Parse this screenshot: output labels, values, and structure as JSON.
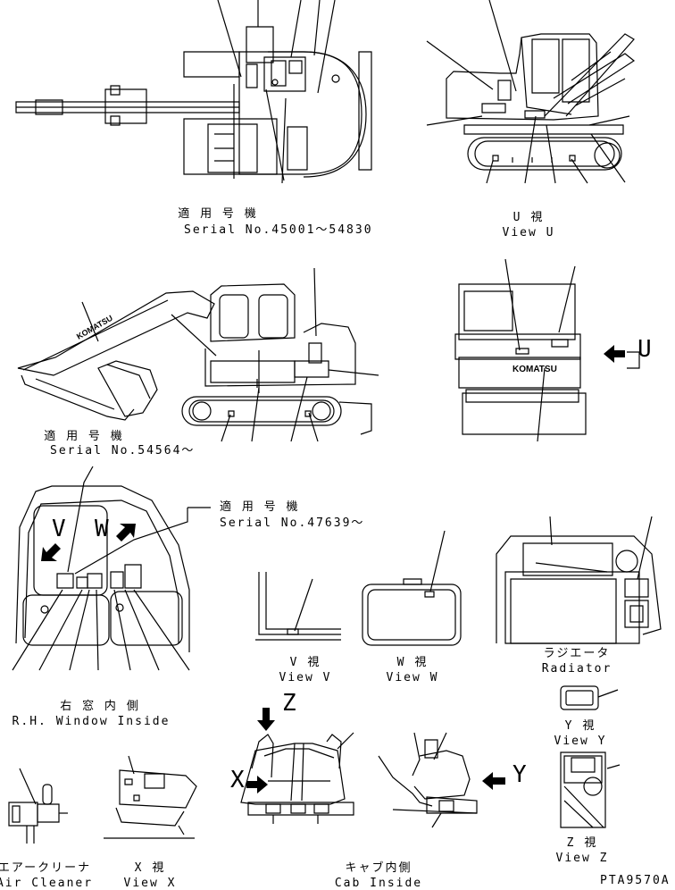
{
  "labels": {
    "serial_top_jp": "適 用 号 機",
    "serial_top_en": "Serial No.45001〜54830",
    "view_u_jp": "U  視",
    "view_u_en": "View U",
    "serial_mid_jp": "適 用 号 機",
    "serial_mid_en": "Serial No.54564〜",
    "serial_right_jp": "適 用 号 機",
    "serial_right_en": "Serial No.47639〜",
    "marker_u": "U",
    "marker_v": "V",
    "marker_w": "W",
    "view_v_jp": "V  視",
    "view_v_en": "View V",
    "view_w_jp": "W  視",
    "view_w_en": "View W",
    "radiator_jp": "ラジエータ",
    "radiator_en": "Radiator",
    "rh_window_jp": "右 窓 内 側",
    "rh_window_en": "R.H. Window Inside",
    "view_y_jp": "Y  視",
    "view_y_en": "View Y",
    "marker_z": "Z",
    "marker_x": "X",
    "marker_y": "Y",
    "air_cleaner_jp": "エアークリーナ",
    "air_cleaner_en": "Air Cleaner",
    "view_x_jp": "X  視",
    "view_x_en": "View X",
    "cab_inside_jp": "キャブ内側",
    "cab_inside_en": "Cab Inside",
    "view_z_jp": "Z  視",
    "view_z_en": "View Z",
    "drawing_no": "PTA9570A",
    "brand": "KOMATSU"
  }
}
